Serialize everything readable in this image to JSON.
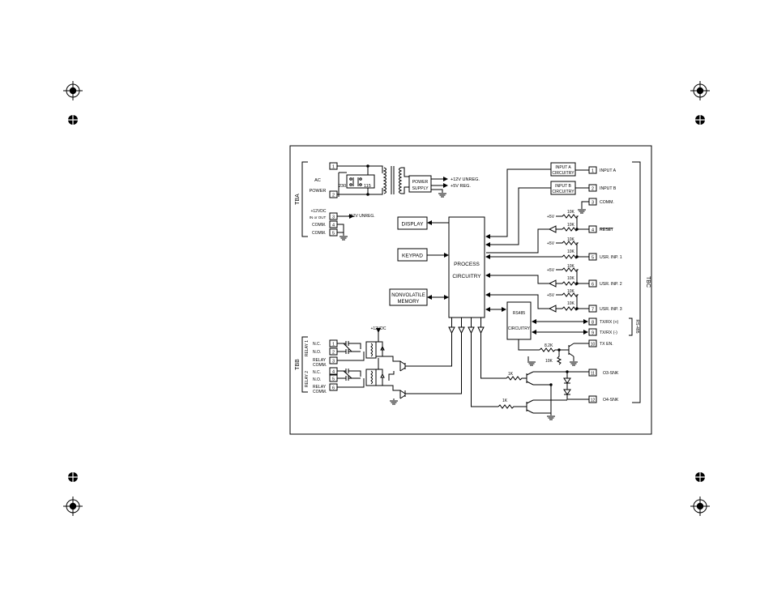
{
  "labels": {
    "tba": "TBA",
    "tbb": "TBB",
    "tbc": "TBC",
    "ac_line1": "AC",
    "ac_line2": "POWER",
    "v230": "230",
    "v115": "115",
    "v12_in1": "+12VDC",
    "v12_in2": "IN or OUT",
    "v12_unreg_a": "+12V UNREG.",
    "comm": "COMM.",
    "ps_line1": "POWER",
    "ps_line2": "SUPPLY",
    "v12_unreg_b": "+12V UNREG.",
    "v5_reg": "+5V REG.",
    "display": "DISPLAY",
    "keypad": "KEYPAD",
    "nv_line1": "NONVOLATILE",
    "nv_line2": "MEMORY",
    "proc_line1": "PROCESS",
    "proc_line2": "CIRCUITRY",
    "inA_line1": "INPUT A",
    "inA_line2": "CIRCUITRY",
    "inB_line1": "INPUT B",
    "inB_line2": "CIRCUITRY",
    "rs_line1": "RS485",
    "rs_line2": "CIRCUITRY",
    "p5v": "+5V",
    "r10k": "10K",
    "r82k": "8.2K",
    "r1k": "1K",
    "p12vdc": "+12VDC",
    "relay1": "RELAY 1",
    "relay2": "RELAY 2",
    "nc": "N.C.",
    "no": "N.O.",
    "relay": "RELAY",
    "comm_short": "COMM.",
    "relay_comm": "RELAY COMM.",
    "rs485_side": "RS-485"
  },
  "tbc_terminals": [
    {
      "num": "1",
      "label": "INPUT A"
    },
    {
      "num": "2",
      "label": "INPUT B"
    },
    {
      "num": "3",
      "label": "COMM."
    },
    {
      "num": "4",
      "label": "RESET"
    },
    {
      "num": "5",
      "label": "USR. INP. 1"
    },
    {
      "num": "6",
      "label": "USR. INP. 2"
    },
    {
      "num": "7",
      "label": "USR. INP. 3"
    },
    {
      "num": "8",
      "label": "TX/RX (+)"
    },
    {
      "num": "9",
      "label": "TX/RX (-)"
    },
    {
      "num": "10",
      "label": "TX EN."
    },
    {
      "num": "11",
      "label": "O3-SNK"
    },
    {
      "num": "12",
      "label": "O4-SNK"
    }
  ],
  "tba_terminals": [
    "1",
    "2",
    "3",
    "4",
    "5"
  ],
  "tbb_terminals": [
    "1",
    "2",
    "3",
    "4",
    "5",
    "6"
  ]
}
